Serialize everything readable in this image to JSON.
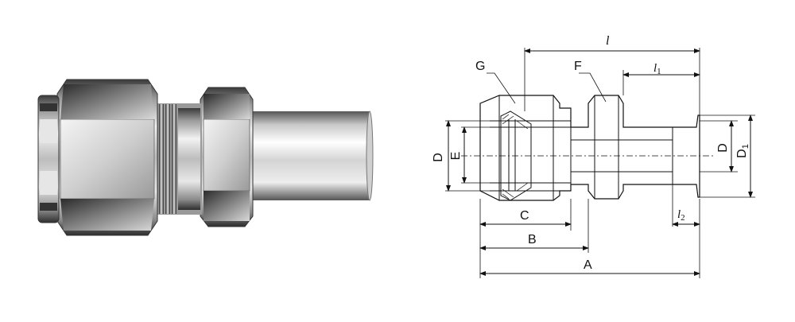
{
  "photo": {
    "description_icon": "fitting-photo-icon"
  },
  "drawing": {
    "labels": {
      "l": "l",
      "l1_base": "l",
      "l1_sub": "1",
      "l2_base": "l",
      "l2_sub": "2",
      "G": "G",
      "F": "F",
      "C": "C",
      "B": "B",
      "A": "A",
      "D_left": "D",
      "E": "E",
      "D_right": "D",
      "D1_base": "D",
      "D1_sub": "1"
    }
  }
}
